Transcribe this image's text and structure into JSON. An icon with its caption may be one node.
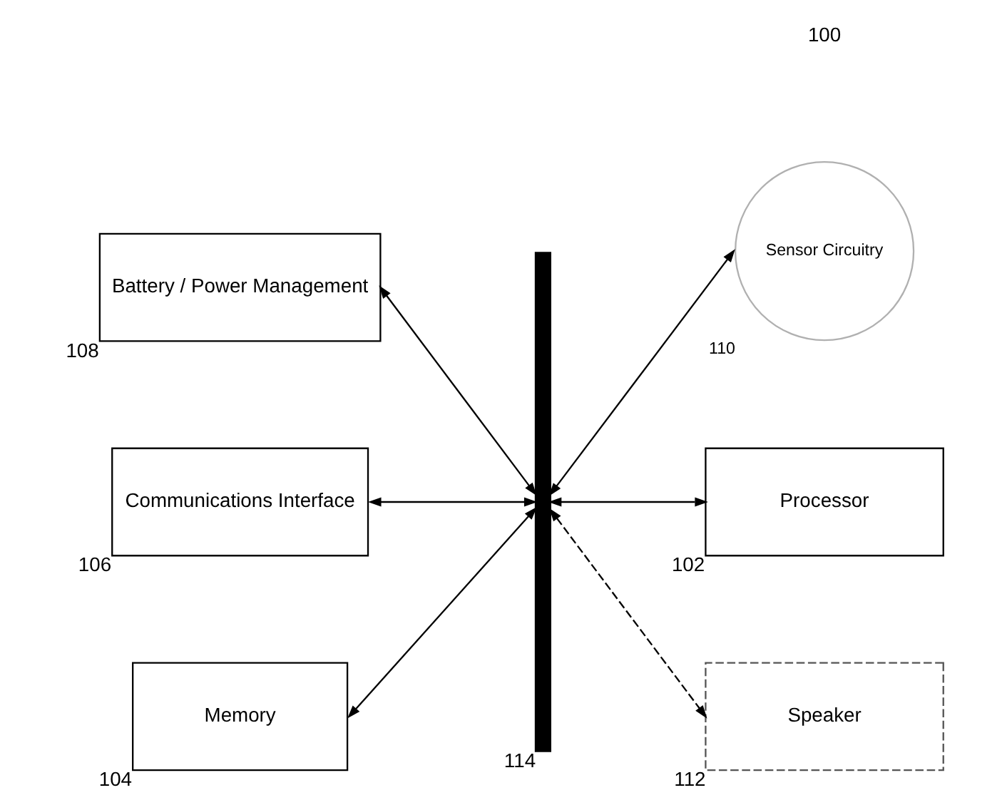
{
  "diagram": {
    "nodes": [
      {
        "text": [
          "Battery / Power Management"
        ],
        "beside": [
          "108"
        ]
      },
      {
        "text": [
          "Sensor Circuitry"
        ],
        "beside": [
          "110"
        ]
      },
      {
        "text": [
          "Communications Interface"
        ],
        "beside": [
          "106"
        ]
      },
      {
        "text": [
          "Processor"
        ],
        "beside": [
          "102"
        ]
      },
      {
        "text": [
          "Memory"
        ],
        "beside": [
          "104"
        ]
      },
      {
        "text": [
          "Speaker"
        ],
        "beside": [
          "112"
        ]
      },
      {
        "text": [],
        "shape": "bar",
        "beside": [
          "114"
        ]
      }
    ],
    "edges": [
      {
        "from": 0,
        "to": 6,
        "arrow": "both"
      },
      {
        "from": 6,
        "to": 1,
        "arrow": "both"
      },
      {
        "from": 2,
        "to": 6,
        "arrow": "both"
      },
      {
        "from": 6,
        "to": 3,
        "arrow": "both"
      },
      {
        "from": 4,
        "to": 6,
        "arrow": "both"
      },
      {
        "from": 6,
        "to": 5,
        "arrow": "both",
        "style": "dashed"
      }
    ],
    "labels": [
      "100"
    ]
  }
}
